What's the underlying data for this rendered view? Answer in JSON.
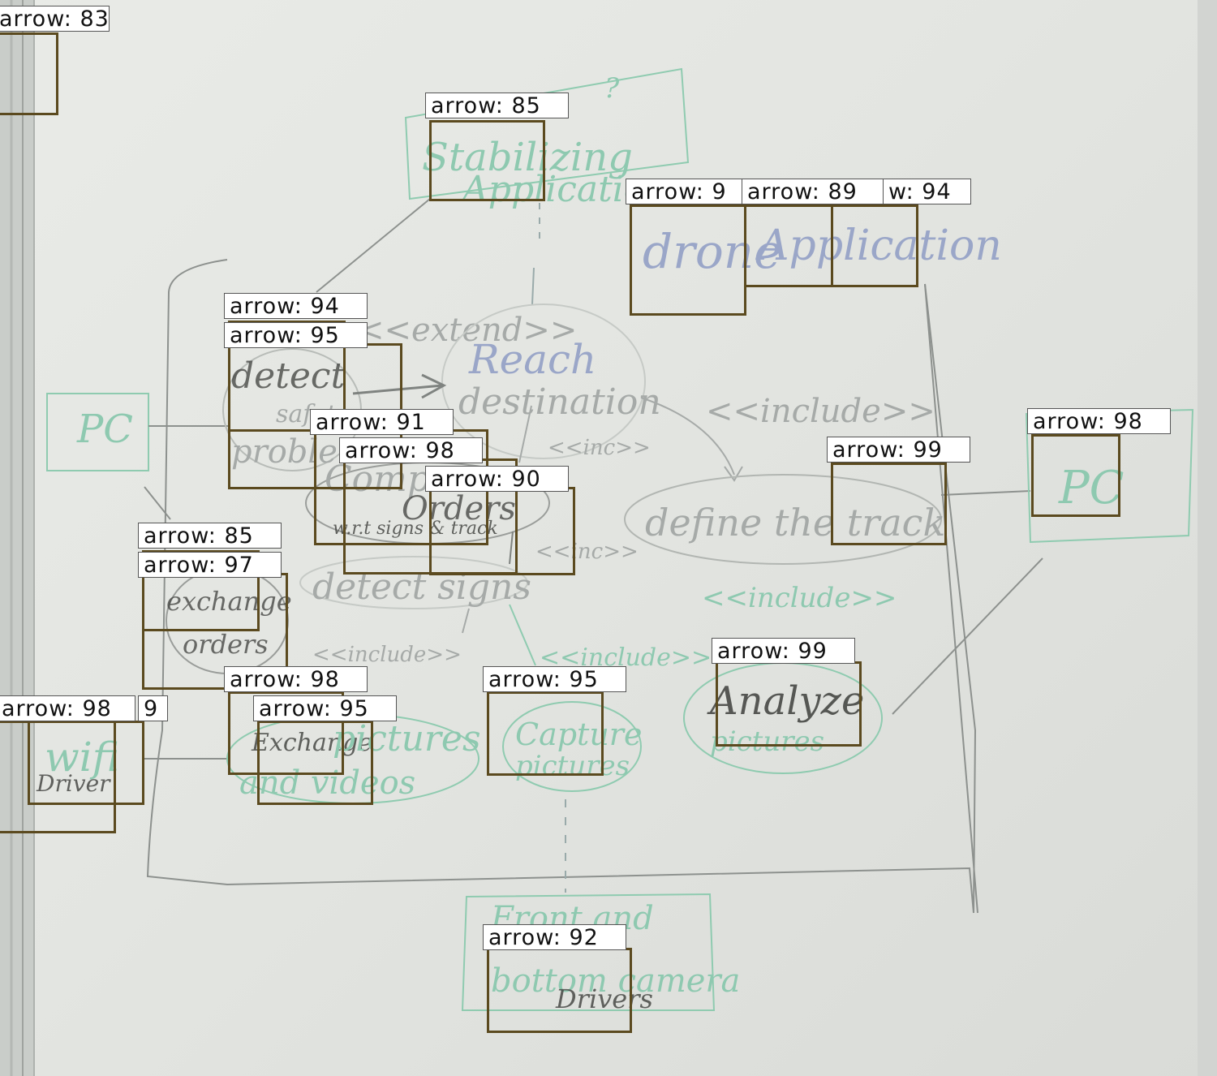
{
  "board": {
    "texts": {
      "stabilizing": "Stabilizing",
      "application_top": "Application",
      "question_mark": "?",
      "drone": "drone",
      "application": "Application",
      "extend": "<<extend>>",
      "reach": "Reach",
      "destination": "destination",
      "include_1": "<<include>>",
      "inc_1": "<<inc>>",
      "detect": "detect",
      "safety": "safety",
      "problems": "problems",
      "compute": "Compute",
      "orders": "Orders",
      "wrt": "w.r.t signs & track",
      "inc_2": "<<inc>>",
      "define_track": "define the track",
      "pc_left": "PC",
      "pc_right": "PC",
      "exchange": "exchange",
      "orders_small": "orders",
      "detect_signs": "detect signs",
      "include_2": "<<include>>",
      "include_3": "<<include>>",
      "include_4": "<<include>>",
      "wifi": "wifi",
      "driver": "Driver",
      "exchange_2": "Exchange",
      "pictures": "pictures",
      "and_videos": "and videos",
      "capture": "Capture",
      "pictures_2": "pictures",
      "analyze": "Analyze",
      "pictures_3": "pictures",
      "front_and": "Front and",
      "bottom_camera": "bottom camera",
      "drivers": "Drivers"
    }
  },
  "detections": [
    {
      "label": "arrow: 83"
    },
    {
      "label": "arrow: 85"
    },
    {
      "label": "arrow: 9"
    },
    {
      "label": "arrow: 89"
    },
    {
      "label": "w: 94"
    },
    {
      "label": "arrow: 94"
    },
    {
      "label": "arrow: 95"
    },
    {
      "label": "arrow: 91"
    },
    {
      "label": "arrow: 98"
    },
    {
      "label": "arrow: 90"
    },
    {
      "label": "arrow: 99"
    },
    {
      "label": "arrow: 98"
    },
    {
      "label": "arrow: 85"
    },
    {
      "label": "arrow: 97"
    },
    {
      "label": "arrow: 98"
    },
    {
      "label": "arrow: 95"
    },
    {
      "label": "arrow: 98"
    },
    {
      "label": "9"
    },
    {
      "label": "arrow: 95"
    },
    {
      "label": "arrow: 99"
    },
    {
      "label": "arrow: 92"
    }
  ]
}
